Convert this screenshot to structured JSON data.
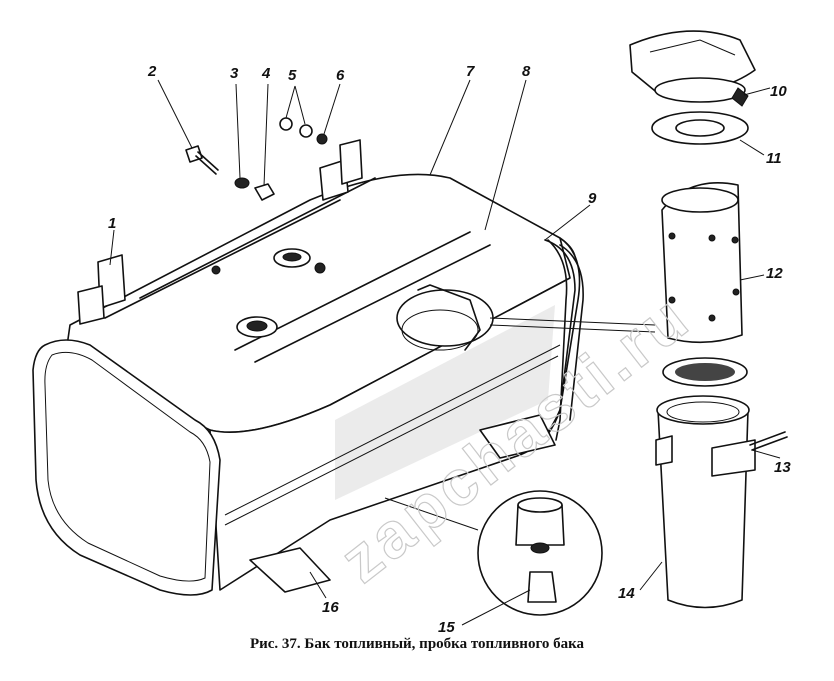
{
  "caption": "Рис. 37. Бак топливный, пробка топливного бака",
  "watermark": "zapchasti.ru",
  "callouts": [
    "1",
    "2",
    "3",
    "4",
    "5",
    "6",
    "7",
    "8",
    "9",
    "10",
    "11",
    "12",
    "13",
    "14",
    "15",
    "16"
  ]
}
